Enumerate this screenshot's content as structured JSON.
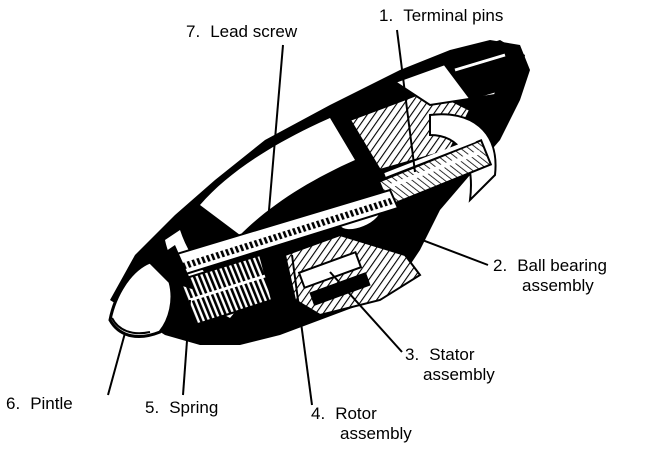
{
  "labels": {
    "terminal_pins": {
      "num": "1.",
      "text": "Terminal pins"
    },
    "ball_bearing": {
      "num": "2.",
      "line1": "Ball bearing",
      "line2": "assembly"
    },
    "stator": {
      "num": "3.",
      "line1": "Stator",
      "line2": "assembly"
    },
    "rotor": {
      "num": "4.",
      "line1": "Rotor",
      "line2": "assembly"
    },
    "spring": {
      "num": "5.",
      "text": "Spring"
    },
    "pintle": {
      "num": "6.",
      "text": "Pintle"
    },
    "lead_screw": {
      "num": "7.",
      "text": "Lead screw"
    }
  },
  "colors": {
    "ink": "#000000",
    "paper": "#ffffff"
  }
}
